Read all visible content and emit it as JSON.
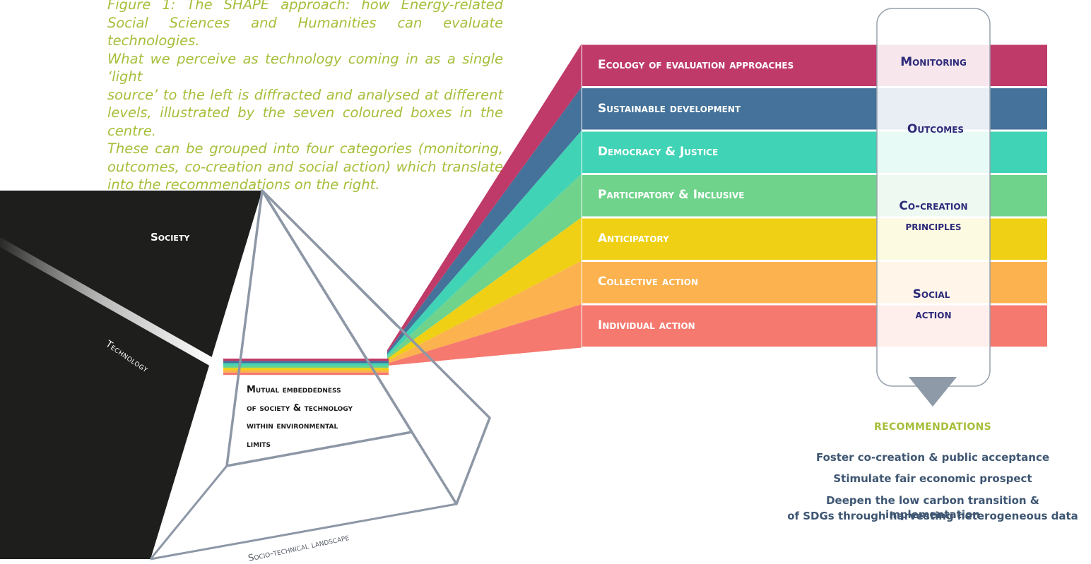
{
  "intro_lines": [
    "Figure 1: The SHAPE approach: how Energy-related",
    "Social Sciences and Humanities can evaluate technologies.",
    "What we perceive as technology coming in as a single ‘light",
    "source’ to the left is diffracted and analysed at different",
    "levels, illustrated by the seven coloured boxes in the centre.",
    "These can be grouped into four categories (monitoring,",
    "outcomes, co-creation and social action) which translate",
    "into the recommendations on the right."
  ],
  "left": {
    "society": "Society",
    "technology": "Technology",
    "mutual_lines": [
      "Mutual embeddedness",
      "of society & technology",
      "within environmental",
      "limits"
    ],
    "landscape": "Socio-technical landscape"
  },
  "bands": [
    {
      "label": "Ecology of evaluation approaches",
      "color": "#bf3a69"
    },
    {
      "label": "Sustainable development",
      "color": "#44729a"
    },
    {
      "label": "Democracy & Justice",
      "color": "#41d3b5"
    },
    {
      "label": "Participatory & Inclusive",
      "color": "#70d38b"
    },
    {
      "label": "Anticipatory",
      "color": "#efd015"
    },
    {
      "label": "Collective action",
      "color": "#fcb24f"
    },
    {
      "label": "Individual action",
      "color": "#f5796f"
    }
  ],
  "categories": {
    "monitoring": "Monitoring",
    "outcomes": "Outcomes",
    "cocreation_1": "Co-creation",
    "cocreation_2": "principles",
    "social_1": "Social",
    "social_2": "action"
  },
  "recommendations": {
    "title": "RECOMMENDATIONS",
    "items": [
      "Foster co-creation & public acceptance",
      "Stimulate fair economic prospect",
      "Deepen the low carbon transition & implementation",
      "of SDGs through harvesting heterogeneous data"
    ]
  }
}
